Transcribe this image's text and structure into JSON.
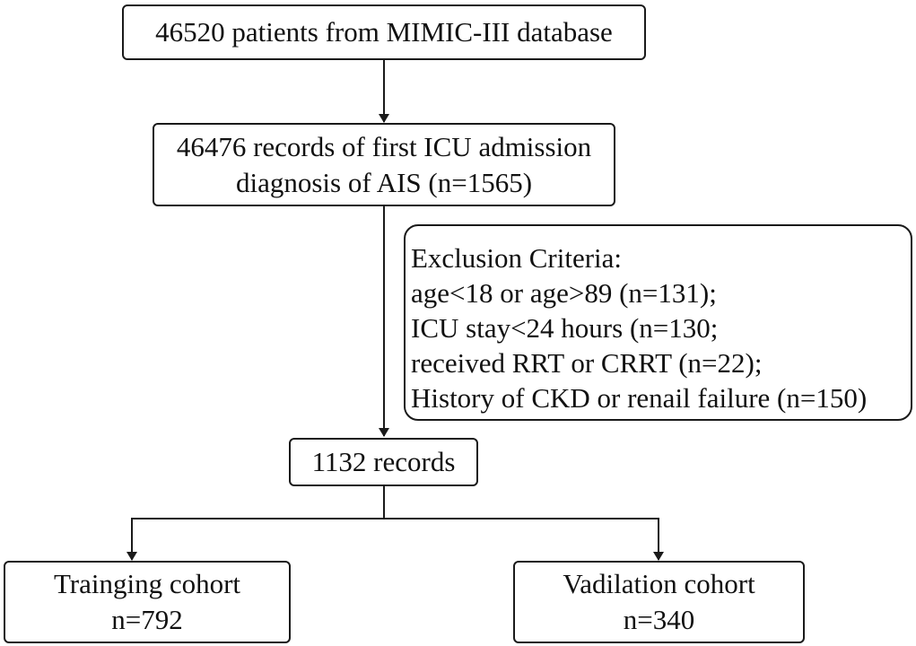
{
  "diagram": {
    "source": {
      "line1": "46520 patients from MIMIC-III database"
    },
    "first_icu": {
      "line1": "46476 records of first ICU admission",
      "line2": "diagnosis of AIS (n=1565)"
    },
    "exclusion": {
      "title": "Exclusion Criteria:",
      "items": [
        "age<18 or age>89 (n=131);",
        "ICU stay<24 hours (n=130;",
        "received RRT or CRRT (n=22);",
        "History of CKD or renail failure (n=150)"
      ]
    },
    "records": {
      "line1": "1132 records"
    },
    "training": {
      "line1": "Trainging cohort",
      "line2": "n=792"
    },
    "validation": {
      "line1": "Vadilation cohort",
      "line2": "n=340"
    }
  }
}
